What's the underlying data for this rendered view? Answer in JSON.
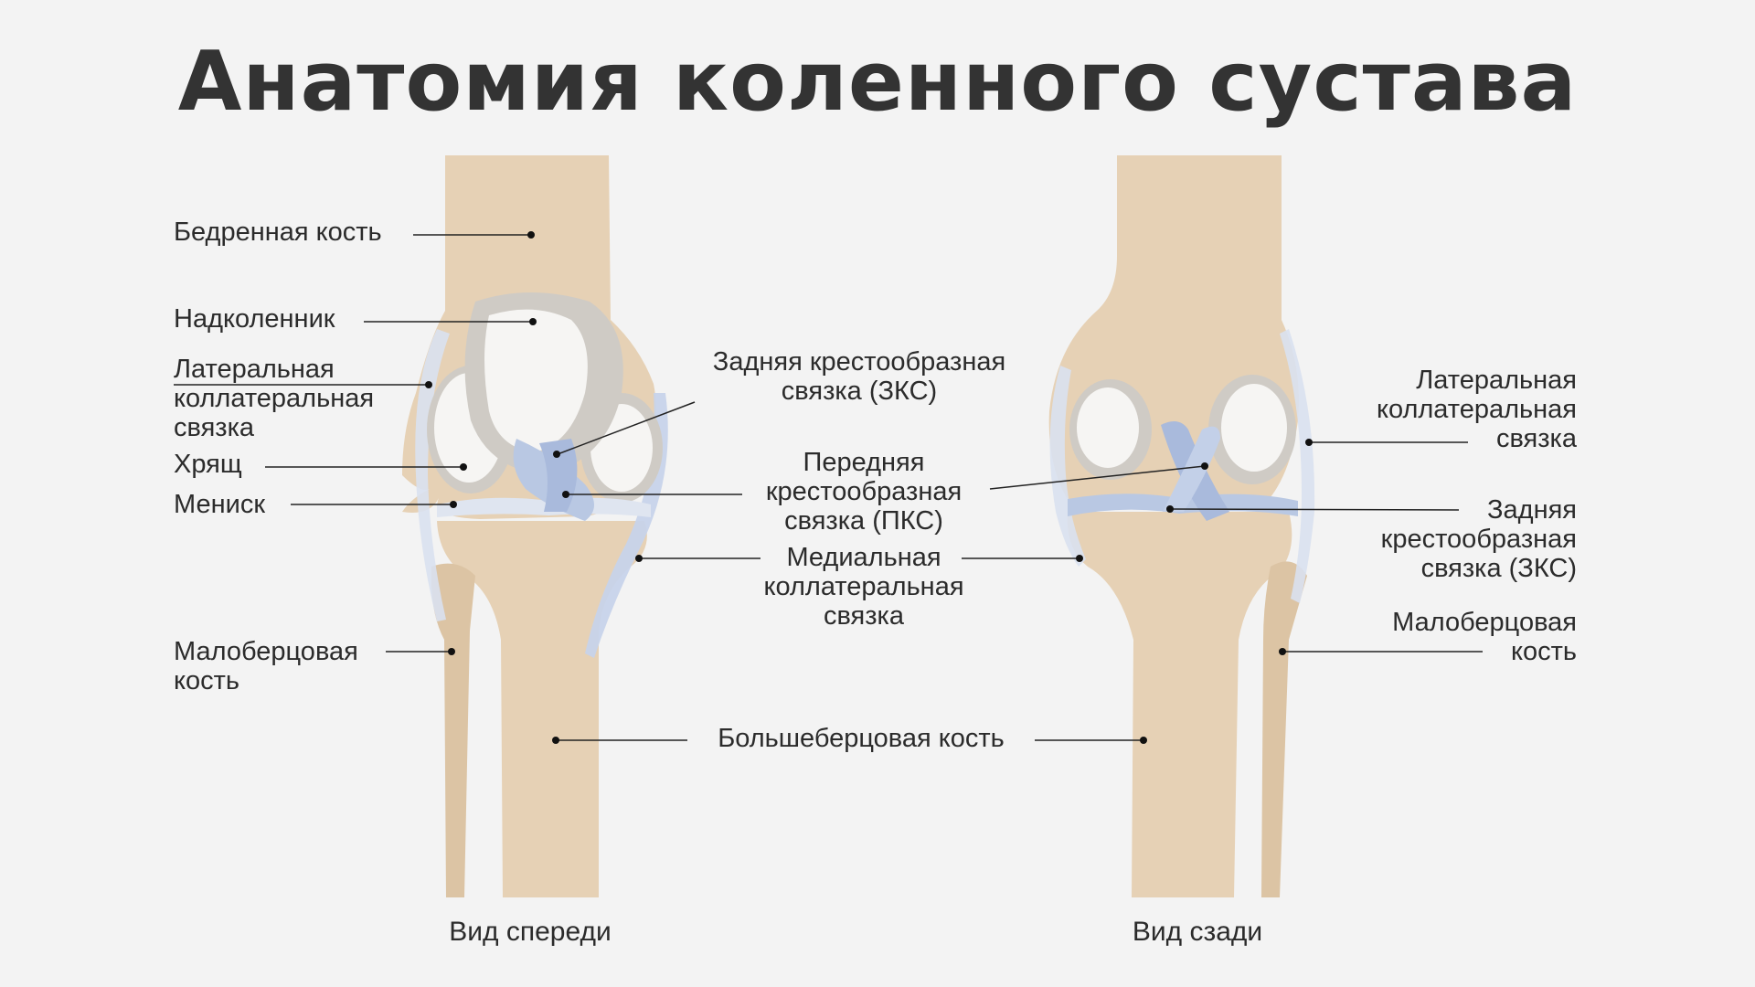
{
  "title": "Анатомия коленного сустава",
  "colors": {
    "background": "#f3f3f3",
    "bone": "#e6d1b5",
    "cartilage_light": "#f6f5f3",
    "cartilage_shadow": "#cfcbc5",
    "ligament": "#b9c8e3",
    "leader_line": "#222222"
  },
  "front_view": {
    "caption": "Вид спереди",
    "labels": {
      "femur": "Бедренная кость",
      "patella": "Надколенник",
      "lateral_collateral": "Латеральная\nколлатеральная\nсвязка",
      "cartilage": "Хрящ",
      "meniscus": "Мениск",
      "fibula": "Малоберцовая\nкость"
    }
  },
  "center_labels": {
    "posterior_cruciate": "Задняя крестообразная\nсвязка (ЗКС)",
    "anterior_cruciate": "Передняя\nкрестообразная\nсвязка (ПКС)",
    "medial_collateral": "Медиальная\nколлатеральная\nсвязка",
    "tibia": "Большеберцовая кость"
  },
  "back_view": {
    "caption": "Вид сзади",
    "labels": {
      "lateral_collateral": "Латеральная\nколлатеральная\nсвязка",
      "posterior_cruciate": "Задняя\nкрестообразная\nсвязка (ЗКС)",
      "fibula": "Малоберцовая\nкость"
    }
  }
}
